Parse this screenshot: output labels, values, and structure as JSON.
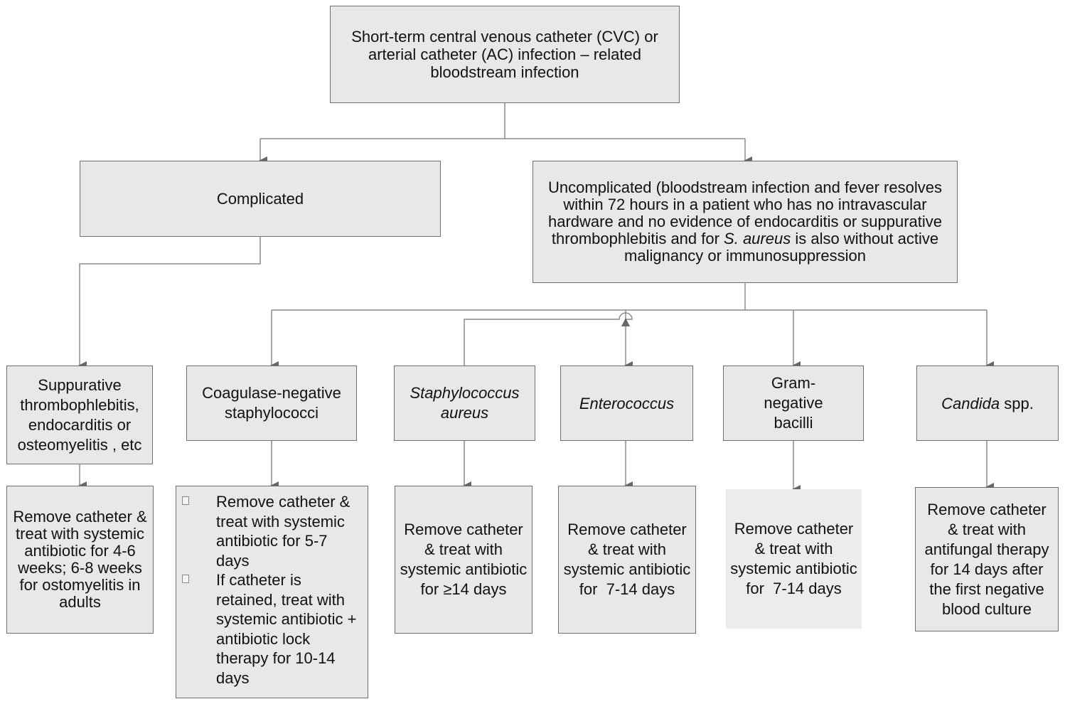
{
  "root": {
    "line1": "Short-term central venous catheter (CVC) or",
    "line2": "arterial catheter (AC) infection – related",
    "line3": "bloodstream infection"
  },
  "complicated": {
    "label": "Complicated"
  },
  "uncomplicated": {
    "text_before_italic": "Uncomplicated (bloodstream infection and fever resolves within 72 hours in a patient who has no intravascular hardware and no evidence of endocarditis or suppurative thrombophlebitis and for ",
    "italic": "S. aureus",
    "text_after_italic": " is also without active malignancy or immunosuppression"
  },
  "categories": [
    {
      "id": "suppurative",
      "label": "Suppurative thrombophlebitis, endocarditis or osteomyelitis , etc"
    },
    {
      "id": "cons",
      "label": "Coagulase-negative staphylococci"
    },
    {
      "id": "saureus",
      "label": "Staphylococcus aureus"
    },
    {
      "id": "enterococcus",
      "label": "Enterococcus"
    },
    {
      "id": "gnb",
      "label": "Gram-negative bacilli"
    },
    {
      "id": "candida",
      "label_italic": "Candida",
      "label_rest": " spp."
    }
  ],
  "treatments": {
    "suppurative": "Remove catheter & treat with systemic antibiotic for 4-6 weeks; 6-8 weeks for ostomyelitis in adults",
    "cons": [
      "Remove catheter & treat with systemic antibiotic for 5-7 days",
      "If catheter is retained, treat with systemic antibiotic + antibiotic lock therapy for 10-14 days"
    ],
    "saureus": {
      "before": "Remove catheter & treat with systemic antibiotic for ",
      "geq": "≥",
      "after": "14 days"
    },
    "enterococcus": "Remove catheter & treat with systemic antibiotic for  7-14 days",
    "gnb": "Remove catheter & treat with systemic antibiotic for  7-14 days",
    "candida": "Remove catheter & treat with antifungal therapy for 14 days after the first negative blood culture"
  }
}
